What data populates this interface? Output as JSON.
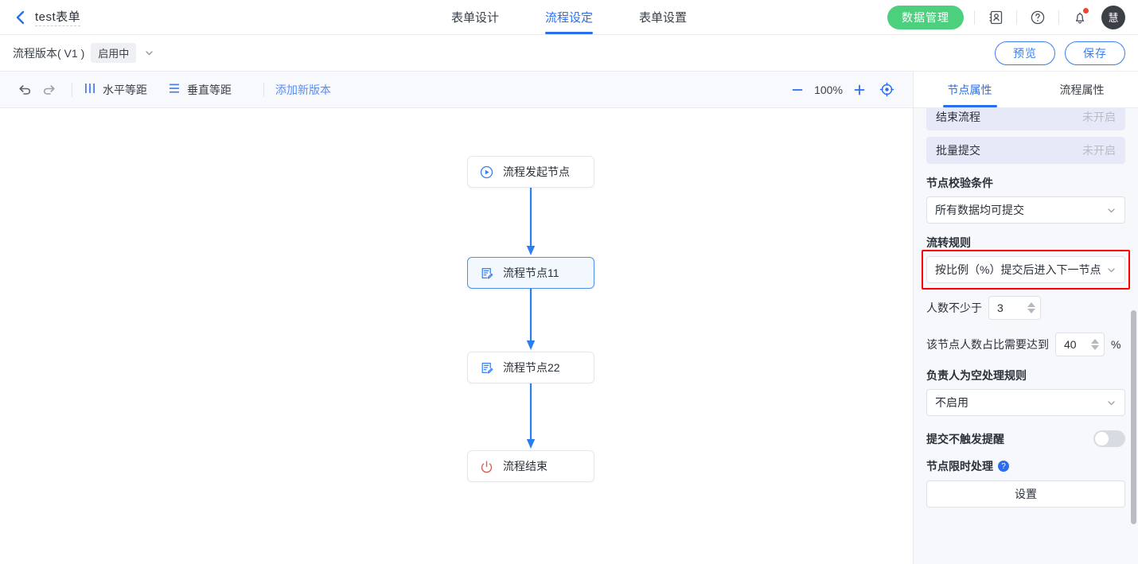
{
  "topbar": {
    "back_icon": "chevron-left-icon",
    "form_title": "test表单",
    "tabs": [
      {
        "label": "表单设计",
        "active": false
      },
      {
        "label": "流程设定",
        "active": true
      },
      {
        "label": "表单设置",
        "active": false
      }
    ],
    "data_manage_label": "数据管理",
    "contacts_icon": "contacts-icon",
    "help_icon": "help-circle-icon",
    "bell_icon": "bell-icon",
    "avatar_text": "慧",
    "accent_blue": "#2a6ef0",
    "green": "#4cd07d"
  },
  "versionbar": {
    "version_label": "流程版本( V1 )",
    "status_badge": "启用中",
    "caret_icon": "chevron-down-icon",
    "preview_label": "预览",
    "save_label": "保存"
  },
  "toolbar": {
    "undo_icon": "undo-arrow-icon",
    "redo_icon": "redo-arrow-icon",
    "horizontal_label": "水平等距",
    "horizontal_icon": "distribute-horizontal-icon",
    "vertical_label": "垂直等距",
    "vertical_icon": "distribute-vertical-icon",
    "add_version_label": "添加新版本",
    "zoom_out_icon": "minus-icon",
    "zoom_value": "100%",
    "zoom_in_icon": "plus-icon",
    "fit_icon": "crosshair-target-icon"
  },
  "flow": {
    "nodes": [
      {
        "label": "流程发起节点",
        "icon": "play-circle-icon",
        "selected": false
      },
      {
        "label": "流程节点11",
        "icon": "form-edit-icon",
        "selected": true
      },
      {
        "label": "流程节点22",
        "icon": "form-edit-icon",
        "selected": false
      },
      {
        "label": "流程结束",
        "icon": "power-off-icon",
        "selected": false
      }
    ],
    "connector_color": "#2a7ef0"
  },
  "panel": {
    "tabs": [
      {
        "label": "节点属性",
        "active": true
      },
      {
        "label": "流程属性",
        "active": false
      }
    ],
    "toggle_rows": [
      {
        "label": "结束流程",
        "state": "未开启"
      },
      {
        "label": "批量提交",
        "state": "未开启"
      }
    ],
    "validate_label": "节点校验条件",
    "validate_value": "所有数据均可提交",
    "rule_label": "流转规则",
    "rule_value": "按比例（%）提交后进入下一节点",
    "rule_highlight_color": "#ff0000",
    "min_people_label": "人数不少于",
    "min_people_value": "3",
    "ratio_label": "该节点人数占比需要达到",
    "ratio_value": "40",
    "percent_symbol": "%",
    "empty_owner_label": "负责人为空处理规则",
    "empty_owner_value": "不启用",
    "no_notify_label": "提交不触发提醒",
    "no_notify_on": false,
    "timeout_label": "节点限时处理",
    "timeout_help_icon": "help-circle-icon",
    "timeout_help_glyph": "?",
    "settings_label": "设置"
  }
}
